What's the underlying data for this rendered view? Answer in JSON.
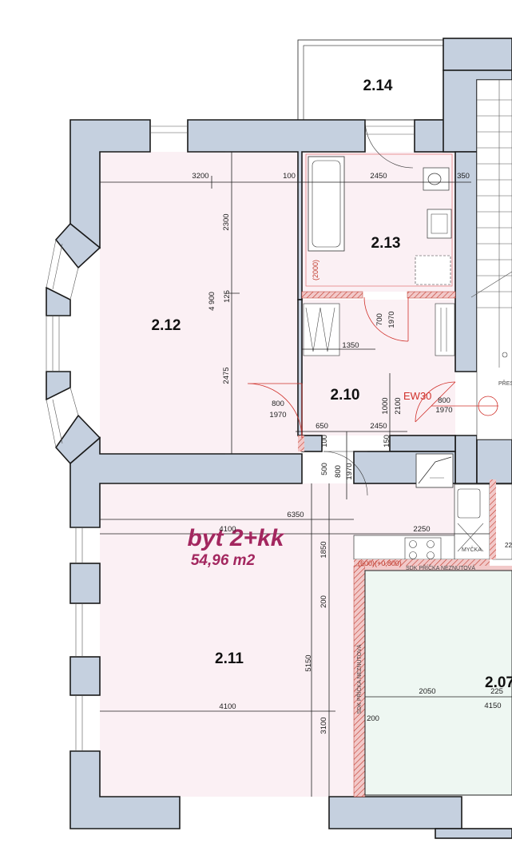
{
  "colors": {
    "wall": "#c5d0df",
    "room": "#fbf0f4",
    "accent": "#a3275f",
    "door": "#d0302a",
    "hatch": "#d88a8a"
  },
  "apartment": {
    "type": "byt 2+kk",
    "area": "54,96 m2"
  },
  "rooms": {
    "r212": "2.12",
    "r213": "2.13",
    "r214": "2.14",
    "r210": "2.10",
    "r211": "2.11",
    "r207": "2.07"
  },
  "dims": {
    "d3200": "3200",
    "d100a": "100",
    "d2450a": "2450",
    "d350": "350",
    "d2300": "2300",
    "d4900": "4 900",
    "d125": "125",
    "d2475": "2475",
    "d1350": "1350",
    "d650": "650",
    "d2450b": "2450",
    "d1000": "1000",
    "d2100": "2100",
    "d150": "150",
    "d100b": "100",
    "d500": "500",
    "d6350": "6350",
    "d4100a": "4100",
    "d2250": "2250",
    "d1850": "1850",
    "d200a": "200",
    "d5150": "5150",
    "d3100": "3100",
    "d4100b": "4100",
    "d2050": "2050",
    "d225": "225",
    "d4150": "4150",
    "d200b": "200",
    "d22": "22"
  },
  "doors": {
    "bath_h": "(2000)",
    "door1_w": "700",
    "door1_h": "1970",
    "door2_w": "800",
    "door2_h": "1970",
    "door3_w": "800",
    "door3_h": "1970",
    "door4_w": "800",
    "door4_h": "1970",
    "ew30": "EW30"
  },
  "notes": {
    "kitchen_height": "(600)(+0,800)",
    "dishwasher": "MYČKA",
    "partition": "SDK PŘÍČKA NEZNUTOVÁ",
    "partition_v": "SDK PŘÍČKA NEZNUTOVÁ",
    "stair": "PŘES"
  }
}
